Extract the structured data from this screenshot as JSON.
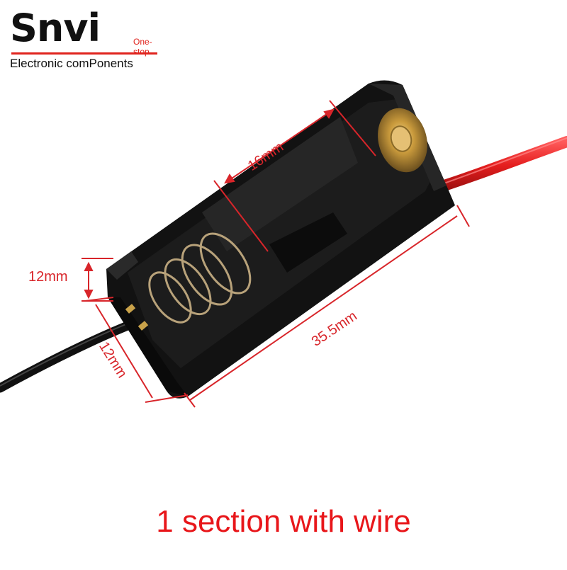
{
  "brand": {
    "name": "Snvi",
    "tagline": "One-stop",
    "subtitle": "Electronic comPonents",
    "accent_color": "#e0231d"
  },
  "dimensions": {
    "length": "35.5mm",
    "inner_width": "16mm",
    "height": "12mm",
    "width": "12mm"
  },
  "caption": "1 section with wire",
  "colors": {
    "dimension_lines": "#d8252a",
    "caption": "#e8161a",
    "holder_body": "#121212",
    "red_wire": "#e41e1e",
    "black_wire": "#111111"
  }
}
